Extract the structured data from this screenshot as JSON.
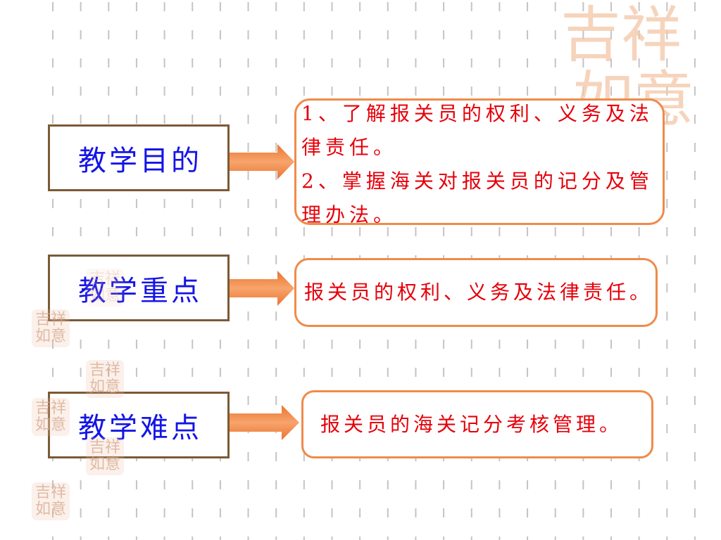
{
  "rows": [
    {
      "label": "教学目的",
      "lines": [
        "1、了解报关员的权利、义务及法",
        "律责任。",
        "2、掌握海关对报关员的记分及管",
        "理办法。"
      ]
    },
    {
      "label": "教学重点",
      "lines": [
        "报关员的权利、义务及法律责任。"
      ]
    },
    {
      "label": "教学难点",
      "lines": [
        "报关员的海关记分考核管理。"
      ]
    }
  ],
  "decor": {
    "calligraphy_top": "吉祥",
    "calligraphy_bottom": "如意",
    "seal_text": "吉祥如意"
  },
  "colors": {
    "label_text": "#1414e6",
    "label_border": "#7b5a36",
    "content_text": "#e6000a",
    "content_border": "#ef8b4a",
    "arrow": "#ea7430",
    "decor": "#f3c6a6"
  }
}
